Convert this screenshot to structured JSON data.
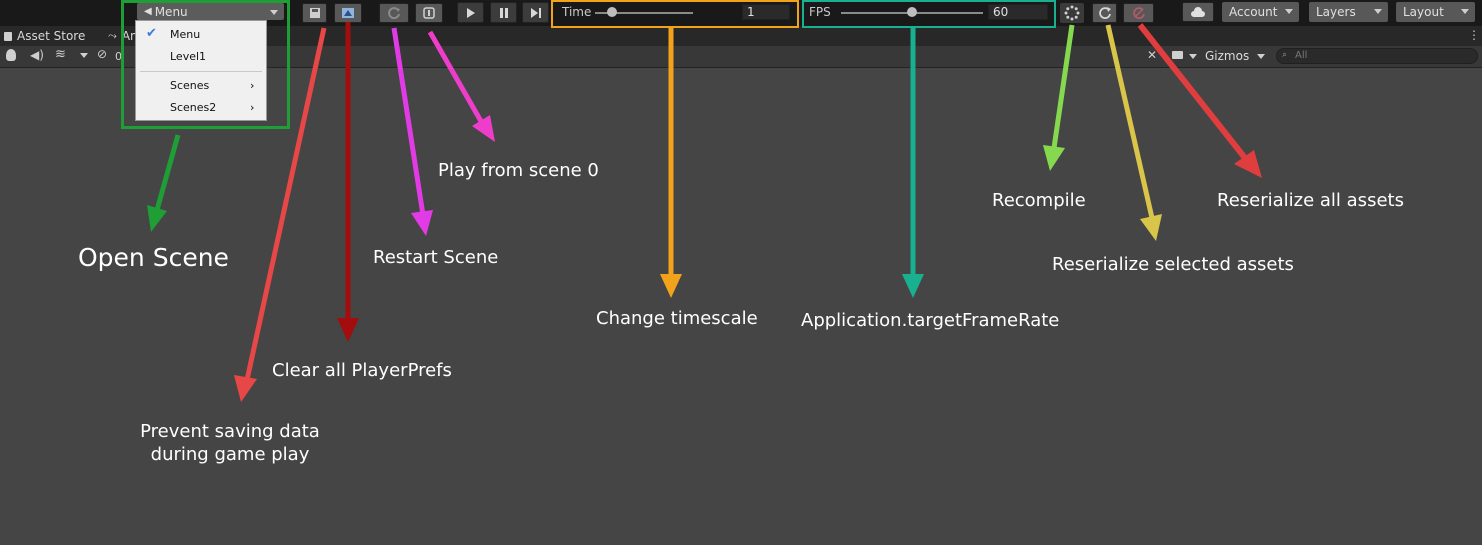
{
  "toolbar": {
    "scene_dropdown": "Menu",
    "time": {
      "label": "Time",
      "value": "1"
    },
    "fps": {
      "label": "FPS",
      "value": "60"
    },
    "account": "Account",
    "layers": "Layers",
    "layout": "Layout"
  },
  "tabs": {
    "asset_store": "Asset Store",
    "second_tab": "An"
  },
  "scene_view": {
    "gizmos": "Gizmos",
    "search_placeholder": "All",
    "partial_value": "0"
  },
  "scene_menu": {
    "items": [
      {
        "label": "Menu",
        "checked": true
      },
      {
        "label": "Level1"
      },
      {
        "label": "Scenes",
        "submenu": true
      },
      {
        "label": "Scenes2",
        "submenu": true
      }
    ]
  },
  "annotations": {
    "open_scene": "Open Scene",
    "prevent_saving": "Prevent saving data\nduring game play",
    "clear_prefs": "Clear all PlayerPrefs",
    "restart_scene": "Restart Scene",
    "play_scene0": "Play from scene 0",
    "change_timescale": "Change timescale",
    "target_framerate": "Application.targetFrameRate",
    "recompile": "Recompile",
    "reserialize_selected": "Reserialize selected assets",
    "reserialize_all": "Reserialize all assets"
  },
  "colors": {
    "green": "#1e9e34",
    "orange": "#f2a21b",
    "teal": "#18b08f",
    "red": "#e84747",
    "darkred": "#a30d0d",
    "magenta": "#e23be6",
    "pink": "#ee3dcb",
    "lightgreen": "#86d94f",
    "yellow": "#d9c54a"
  }
}
